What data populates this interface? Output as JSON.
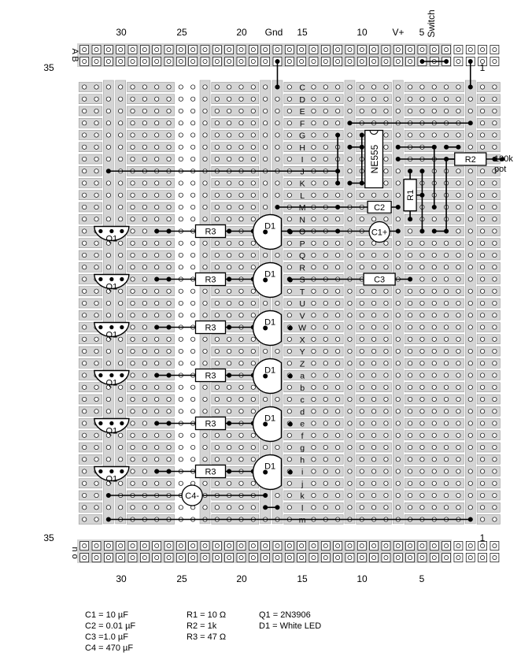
{
  "top_numbers": [
    "30",
    "25",
    "20",
    "Gnd",
    "15",
    "10",
    "V+",
    "5",
    "Switch"
  ],
  "bottom_numbers": [
    "30",
    "25",
    "20",
    "15",
    "10",
    "5"
  ],
  "corner_labels": {
    "top_left": "35",
    "top_right": "1",
    "bottom_left": "35",
    "bottom_right": "1"
  },
  "rail_letters_top": "A B",
  "rail_letters_bottom": "n o",
  "row_letters": [
    "C",
    "D",
    "E",
    "F",
    "G",
    "H",
    "I",
    "J",
    "K",
    "L",
    "M",
    "N",
    "O",
    "P",
    "Q",
    "R",
    "S",
    "T",
    "U",
    "V",
    "W",
    "X",
    "Y",
    "Z",
    "a",
    "b",
    "c",
    "d",
    "e",
    "f",
    "g",
    "h",
    "i",
    "j",
    "k",
    "l",
    "m"
  ],
  "components": {
    "ic": "NE555",
    "r1": "R1",
    "r2": "R2",
    "r3": "R3",
    "c1": "C1+",
    "c2": "C2",
    "c3": "C3",
    "c4": "C4-",
    "d1": "D1",
    "q1": "Q1"
  },
  "pot_label_1": "100k",
  "pot_label_2": "pot",
  "legend": {
    "col1": [
      "C1 = 10 µF",
      "C2 = 0.01 µF",
      "C3 =1.0 µF",
      "C4 = 470 µF"
    ],
    "col2": [
      "R1 = 10 Ω",
      "R2 = 1k",
      "R3 = 47 Ω"
    ],
    "col3": [
      "Q1 = 2N3906",
      "D1 = White LED"
    ]
  },
  "colors": {
    "strip": "#d4d4d4",
    "wire": "#000000",
    "background": "#ffffff"
  }
}
